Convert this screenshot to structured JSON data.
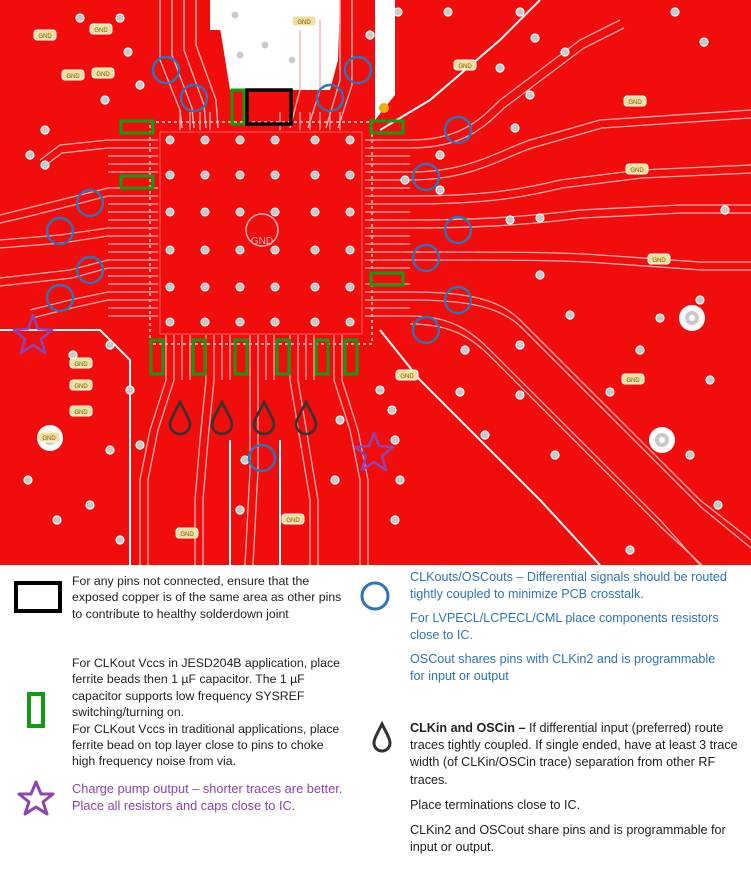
{
  "pcb": {
    "gnd_label": "GND",
    "colors": {
      "copper": "#f20d0d",
      "background": "#ffffff",
      "via": "#c9c9c9",
      "via_center": "#e8b000",
      "trace_edge": "#ffb0b0",
      "diff_pair_marker": "#2e75b6",
      "ferrite_marker": "#139b13",
      "clkin_marker": "#333333",
      "chargepump_marker": "#8e44ad",
      "nc_pin_marker": "#000000"
    }
  },
  "legend": {
    "nc_pins": {
      "icon": "black-rectangle-icon",
      "text": "For any pins not connected, ensure that the exposed copper is of the same area as other pins to contribute to healthy solderdown joint"
    },
    "ferrite": {
      "icon": "green-rectangle-icon",
      "text_1": "For CLKout Vccs in JESD204B application, place ferrite beads then 1 µF capacitor. The 1 µF capacitor supports low frequency SYSREF switching/turning on.",
      "text_2": "For CLKout Vccs in traditional applications, place ferrite bead on top layer close to pins to choke high frequency noise from via."
    },
    "charge_pump": {
      "icon": "purple-star-icon",
      "text": "Charge pump output – shorter traces are better. Place all resistors and caps close to IC."
    },
    "clkouts": {
      "icon": "blue-circle-icon",
      "text_1": "CLKouts/OSCouts – Differential signals should be routed tightly coupled to minimize PCB crosstalk.",
      "text_2": "For LVPECL/LCPECL/CML place components resistors close to IC.",
      "text_3": "OSCout shares pins with CLKin2 and is programmable for input or output"
    },
    "clkin": {
      "icon": "teardrop-icon",
      "title": "CLKin and OSCin –",
      "text_1": " If differential input (preferred) route traces tightly coupled. If single ended, have at least 3 trace width (of CLKin/OSCin trace) separation from other RF traces.",
      "text_2": "Place terminations close to IC.",
      "text_3": "CLKin2 and OSCout share pins and is programmable for input or output."
    }
  }
}
